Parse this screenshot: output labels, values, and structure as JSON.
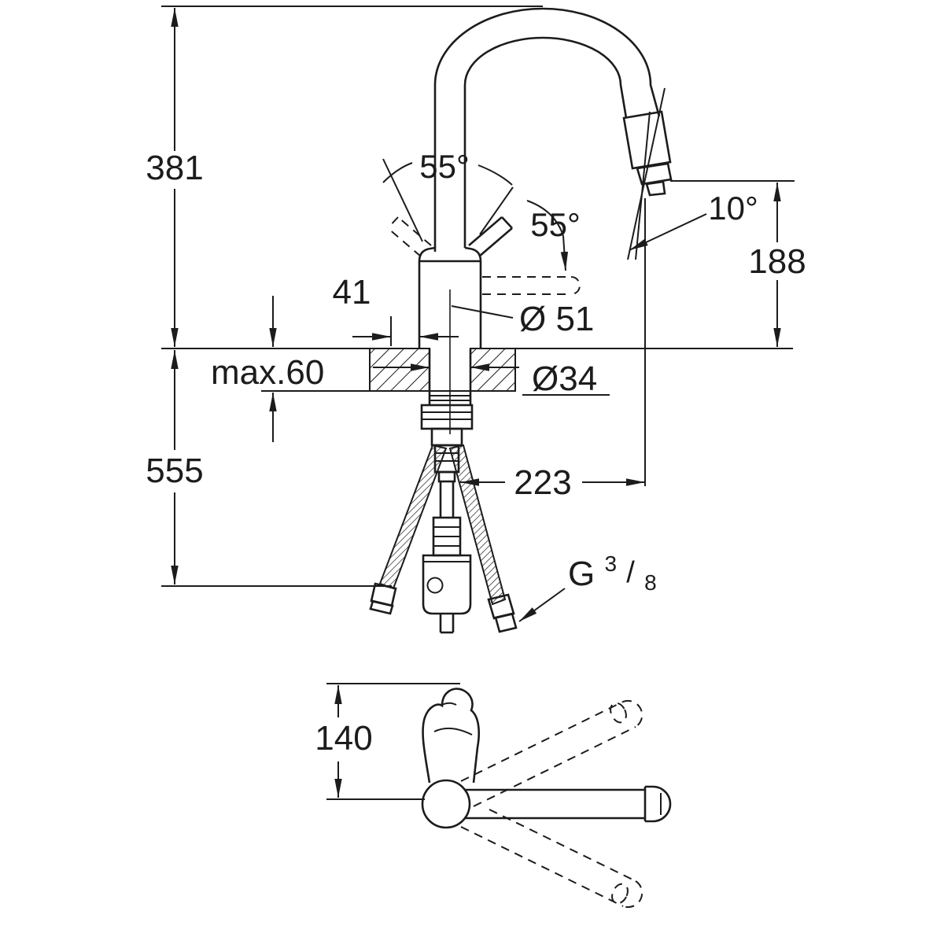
{
  "page": {
    "background": "#ffffff",
    "line_color": "#1c1c1c"
  },
  "drawing": {
    "name": "kitchen-faucet-dimension-drawing",
    "labels": {
      "height_above_deck": "381",
      "height_below_deck": "555",
      "spout_height": "188",
      "spout_reach": "223",
      "handle_offset": "41",
      "body_diameter": "Ø 51",
      "hole_diameter": "Ø34",
      "max_deck_thickness": "max.60",
      "handle_swing_left": "55°",
      "handle_swing_right": "55°",
      "spray_head_angle": "10°",
      "swivel_clearance": "140",
      "thread_g": "G",
      "thread_numerator": "3",
      "thread_slash": "/",
      "thread_denominator": "8"
    }
  }
}
